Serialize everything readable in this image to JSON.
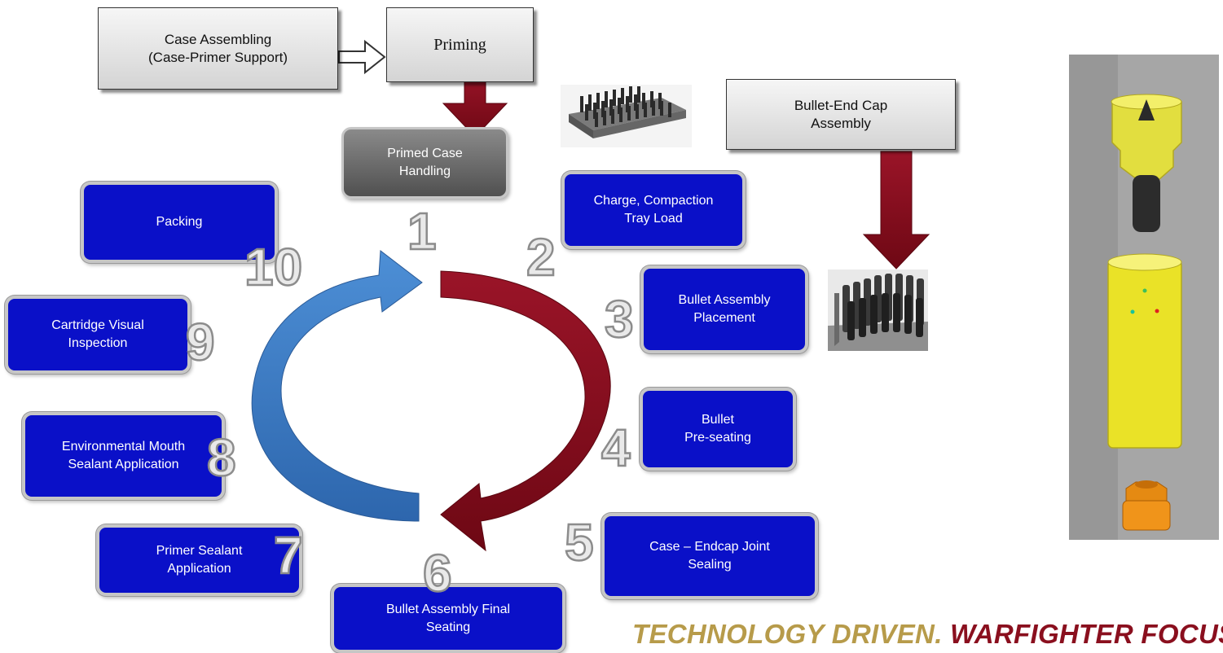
{
  "top": {
    "case_assembling": "Case Assembling\n(Case-Primer Support)",
    "priming": "Priming",
    "bullet_endcap": "Bullet-End Cap\nAssembly",
    "primed_case": "Primed Case\nHandling"
  },
  "steps": [
    {
      "num": "1",
      "label": "Primed Case Handling"
    },
    {
      "num": "2",
      "label": "Charge, Compaction\nTray Load"
    },
    {
      "num": "3",
      "label": "Bullet Assembly\nPlacement"
    },
    {
      "num": "4",
      "label": "Bullet\nPre-seating"
    },
    {
      "num": "5",
      "label": "Case – Endcap Joint\nSealing"
    },
    {
      "num": "6",
      "label": "Bullet Assembly Final\nSeating"
    },
    {
      "num": "7",
      "label": "Primer Sealant\nApplication"
    },
    {
      "num": "8",
      "label": "Environmental Mouth\nSealant Application"
    },
    {
      "num": "9",
      "label": "Cartridge Visual\nInspection"
    },
    {
      "num": "10",
      "label": "Packing"
    }
  ],
  "tagline": {
    "part1": "TECHNOLOGY DRIVEN. ",
    "part2": "WARFIGHTER FOCUS"
  },
  "colors": {
    "step_blue": "#0a10c8",
    "arrow_red": "#8b0d1e",
    "arrow_blue": "#3f7fc4",
    "tag_gold": "#b79b4a",
    "tag_red": "#8a0f1e"
  }
}
